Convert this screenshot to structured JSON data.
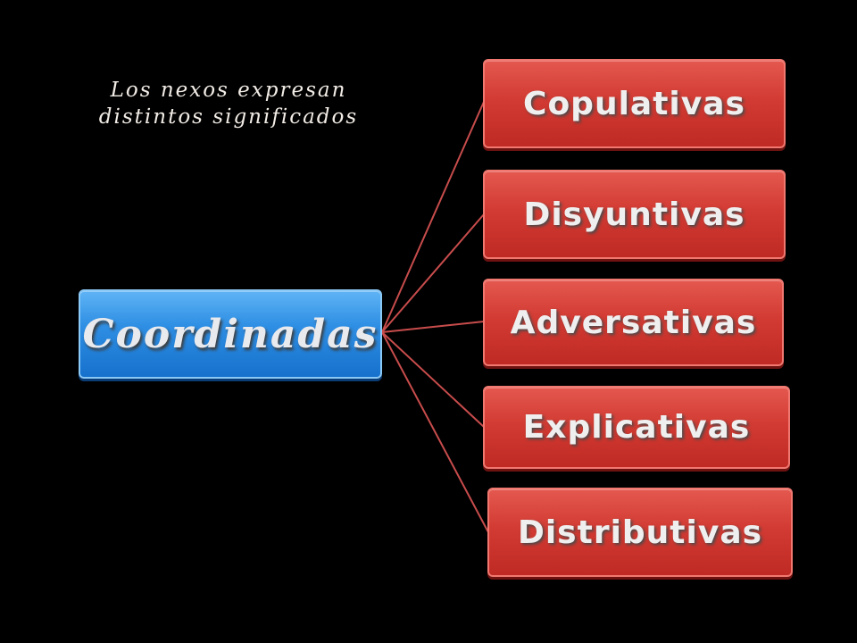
{
  "subtitle": {
    "line1": "Los nexos expresan",
    "line2": "distintos significados"
  },
  "diagram": {
    "root": {
      "label": "Coordinadas",
      "color": "#2f8fe4"
    },
    "branches": [
      {
        "label": "Copulativas"
      },
      {
        "label": "Disyuntivas"
      },
      {
        "label": "Adversativas"
      },
      {
        "label": "Explicativas"
      },
      {
        "label": "Distributivas"
      }
    ],
    "branch_color": "#d23b33",
    "connector_color": "#c84c4c"
  }
}
